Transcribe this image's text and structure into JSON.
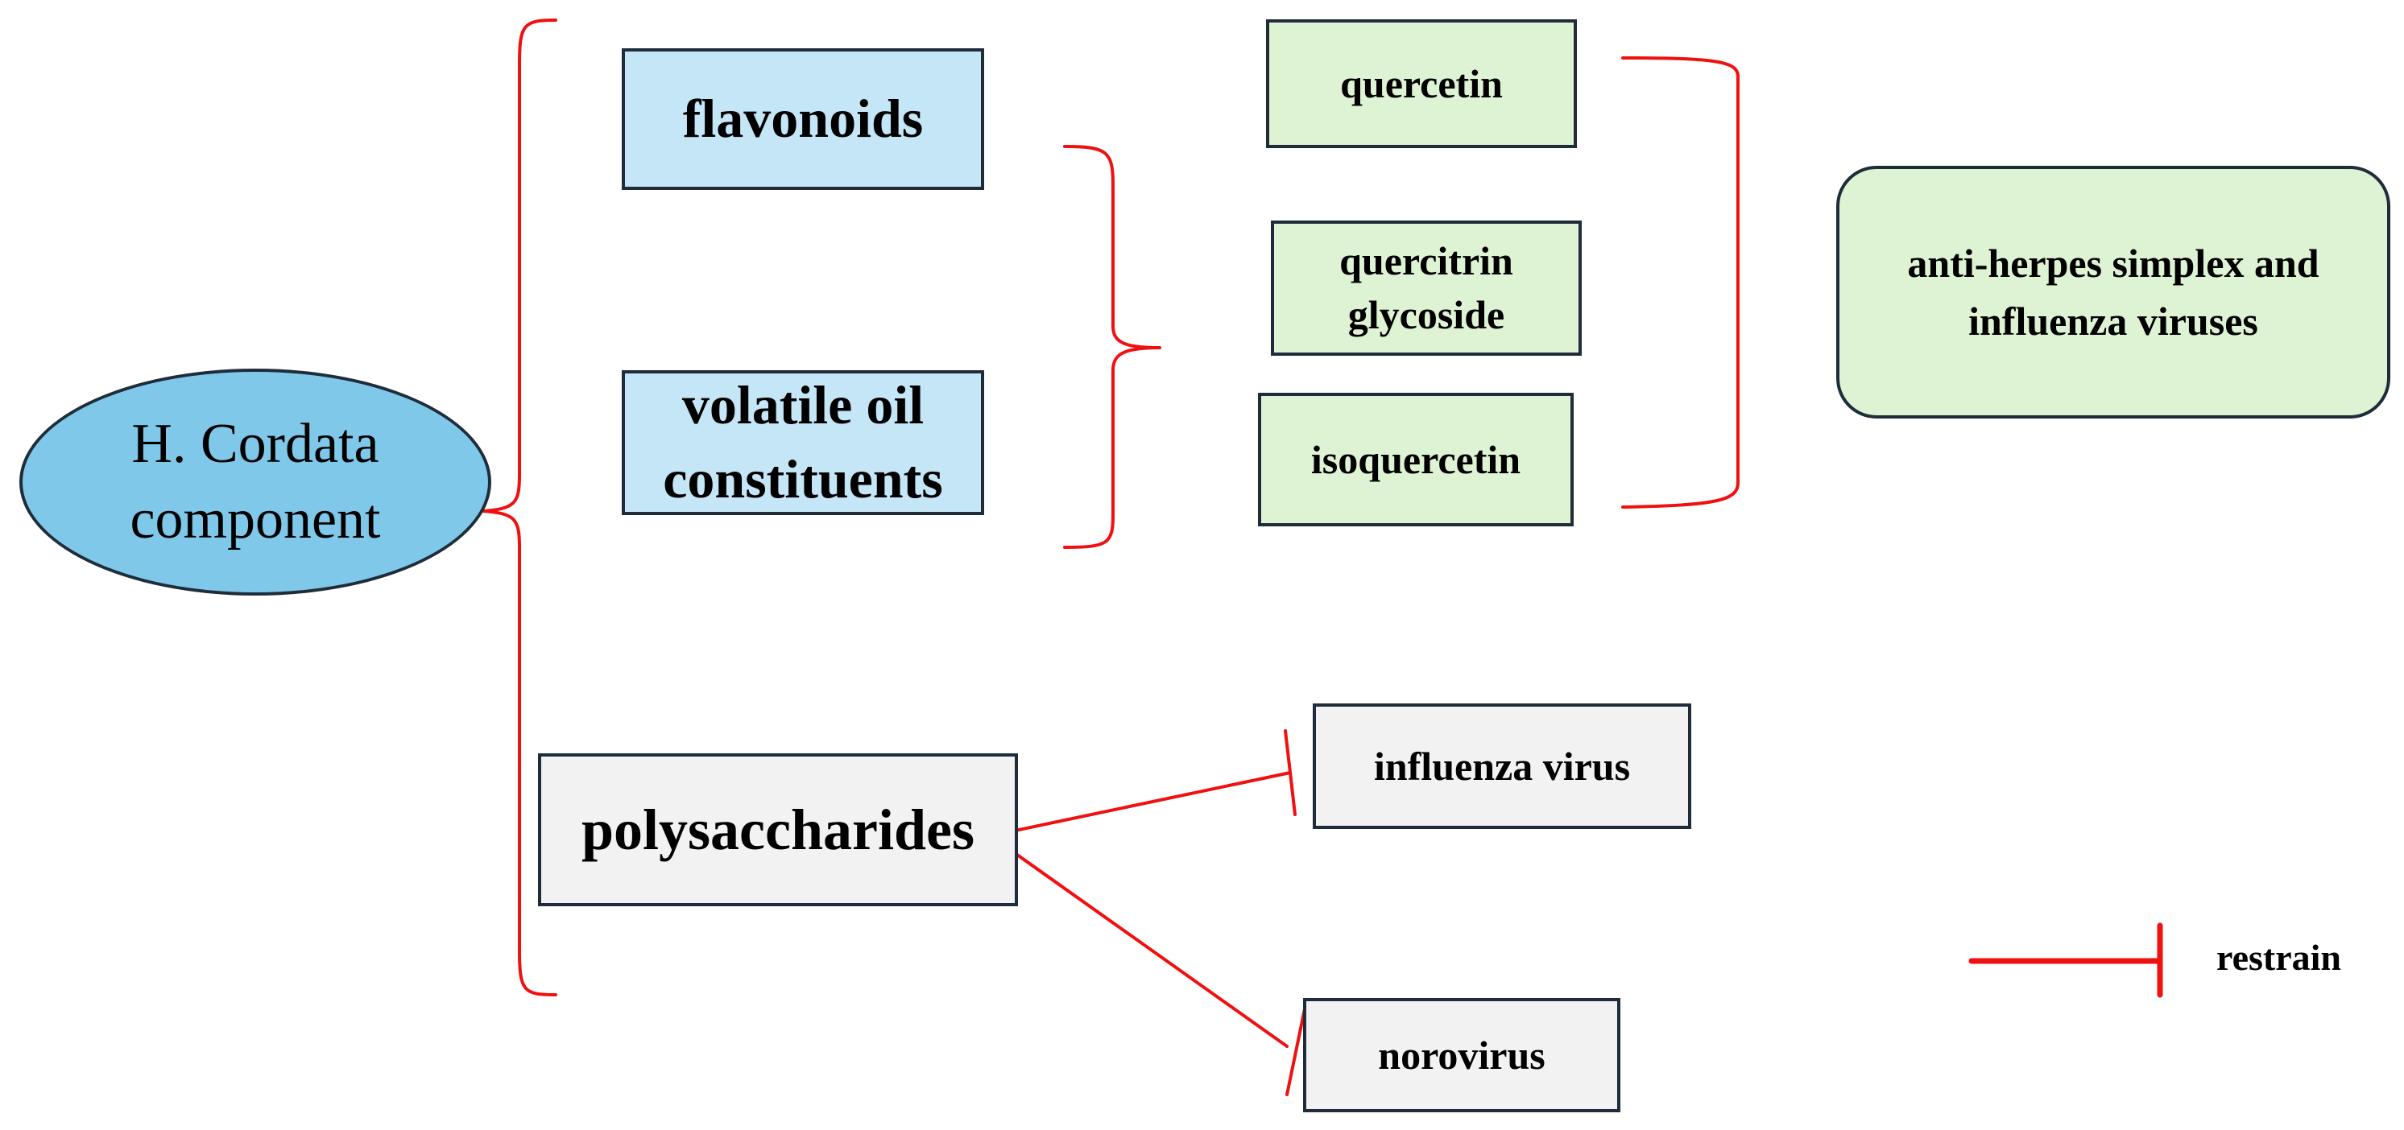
{
  "root": {
    "label_line1": "H. Cordata",
    "label_line2": "component"
  },
  "components": {
    "flavonoids": "flavonoids",
    "volatile_line1": "volatile oil",
    "volatile_line2": "constituents",
    "polysaccharides": "polysaccharides"
  },
  "compounds": {
    "quercetin": "quercetin",
    "quercitrin_line1": "quercitrin",
    "quercitrin_line2": "glycoside",
    "isoquercetin": "isoquercetin"
  },
  "effect": {
    "line1": "anti-herpes simplex and",
    "line2": "influenza viruses"
  },
  "targets": {
    "influenza": "influenza virus",
    "norovirus": "norovirus"
  },
  "legend": {
    "label": "restrain"
  },
  "colors": {
    "connector": "#f01010",
    "border": "#1f2d3a",
    "ellipse_fill": "#7fc8ea",
    "blue_fill": "#c4e6f7",
    "green_fill": "#def3d3",
    "grey_fill": "#f2f2f2"
  }
}
